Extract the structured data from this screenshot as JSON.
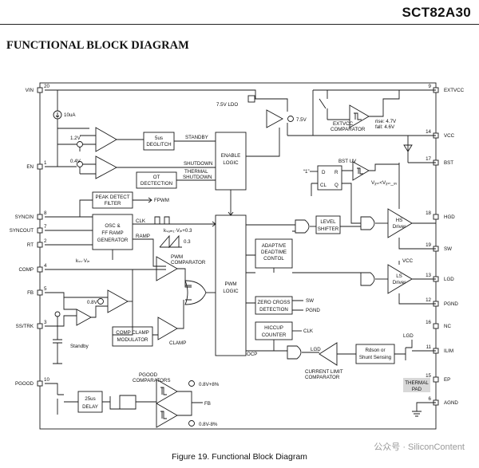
{
  "header": {
    "part_number": "SCT82A30"
  },
  "section_title": "FUNCTIONAL BLOCK DIAGRAM",
  "caption": "Figure 19. Functional Block Diagram",
  "watermark": "公众号 · SiliconContent",
  "pins_left": [
    {
      "name": "VIN",
      "num": "20"
    },
    {
      "name": "EN",
      "num": "1"
    },
    {
      "name": "SYNCIN",
      "num": "8"
    },
    {
      "name": "SYNCOUT",
      "num": "7"
    },
    {
      "name": "RT",
      "num": "2"
    },
    {
      "name": "COMP",
      "num": "4"
    },
    {
      "name": "FB",
      "num": "5"
    },
    {
      "name": "SS/TRK",
      "num": "3"
    },
    {
      "name": "PGOOD",
      "num": "10"
    }
  ],
  "pins_right": [
    {
      "name": "EXTVCC",
      "num": "9"
    },
    {
      "name": "VCC",
      "num": "14"
    },
    {
      "name": "BST",
      "num": "17"
    },
    {
      "name": "HGD",
      "num": "18"
    },
    {
      "name": "SW",
      "num": "19"
    },
    {
      "name": "LGD",
      "num": "13"
    },
    {
      "name": "PGND",
      "num": "12"
    },
    {
      "name": "NC",
      "num": "16"
    },
    {
      "name": "ILIM",
      "num": "11"
    },
    {
      "name": "EP",
      "num": "15"
    },
    {
      "name": "AGND",
      "num": "6"
    }
  ],
  "blocks": {
    "deglitch": [
      "5us",
      "DEGLITCH"
    ],
    "enable_logic": [
      "ENABLE",
      "LOGIC"
    ],
    "ot_detection": [
      "OT",
      "DECTECTION"
    ],
    "peak_detect": [
      "PEAK DETECT",
      "FILTER"
    ],
    "osc": [
      "OSC &",
      "FF RAMP",
      "GENERATOR"
    ],
    "pwm_logic": [
      "PWM",
      "LOGIC"
    ],
    "adaptive_deadtime": [
      "ADAPTIVE",
      "DEADTIME",
      "CONTOL"
    ],
    "level_shifter": [
      "LEVEL",
      "SHIFTER"
    ],
    "zero_cross": [
      "ZERO CROSS",
      "DETECTION"
    ],
    "hiccup": [
      "HICCUP",
      "COUNTER"
    ],
    "comp_clamp": [
      "COMP CLAMP",
      "MODULATOR"
    ],
    "delay": [
      "25us",
      "DELAY"
    ],
    "rdson": [
      "Rdson or",
      "Shunt Sensing"
    ],
    "thermal_pad": [
      "THERMAL",
      "PAD"
    ],
    "dff": {
      "d": "D",
      "r": "R",
      "cl": "CL",
      "q": "Q"
    },
    "hs_driver": [
      "HS",
      "Driver"
    ],
    "ls_driver": [
      "LS",
      "Driver"
    ]
  },
  "labels": {
    "ldo": "7.5V LDO",
    "v75": "7.5V",
    "i10ua": "10uA",
    "v12": "1.2V",
    "v04": "0.4V",
    "standby": "STANDBY",
    "shutdown": "SHUTDOWN",
    "thermal_shutdown": [
      "THERMAL",
      "SHUTDOWN"
    ],
    "fpwm": "FPWM",
    "clk": "CLK",
    "ramp": "RAMP",
    "ramp_eq": "kₛₐₘ₁·Vᵢₙ+0.3",
    "v03": "0.3",
    "kff": "kₛₛ·Vᵢₙ",
    "pwm_comp": [
      "PWM",
      "COMPARATOR"
    ],
    "v08": "0.8V",
    "clamp": "CLAMP",
    "standby_sw": "Standby",
    "extvcc_comp": [
      "EXTVCC",
      "COMPARATOR"
    ],
    "rise": "rise: 4.7V",
    "fall": "fall: 4.6V",
    "bst_uv": "BST UV",
    "one": "“1”",
    "vbst": "Vᵪₛₜ<Vᵪₛₜ_ᵤᵥ",
    "vcc_ls": "VCC",
    "sw_zc": "SW",
    "pgnd_zc": "PGND",
    "clk_hic": "CLK",
    "ocp": "OCP",
    "lgd_cl": "LGD",
    "lgd_ilim": "LGD",
    "cl_comp": [
      "CURRENT LIMIT",
      "COMPARATOR"
    ],
    "pgood_comp": [
      "PGOOD",
      "COMPARATORS"
    ],
    "fb_pg": "FB",
    "v08p": "0.8V+8%",
    "v08m": "0.8V-8%"
  }
}
